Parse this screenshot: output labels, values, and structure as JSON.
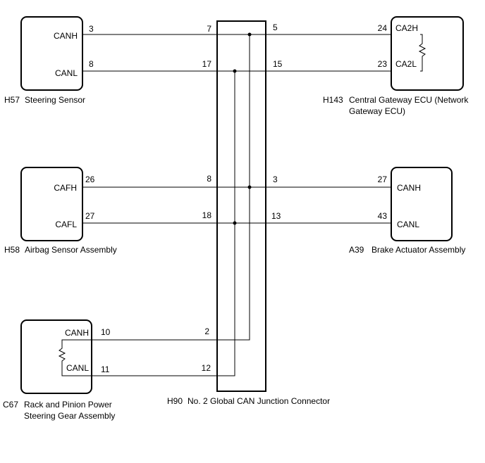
{
  "components": {
    "h57": {
      "code": "H57",
      "name": "Steering Sensor",
      "pin_hi": "CANH",
      "pin_lo": "CANL",
      "term_hi": "3",
      "term_lo": "8"
    },
    "h58": {
      "code": "H58",
      "name": "Airbag Sensor Assembly",
      "pin_hi": "CAFH",
      "pin_lo": "CAFL",
      "term_hi": "26",
      "term_lo": "27"
    },
    "c67": {
      "code": "C67",
      "name_line1": "Rack and Pinion Power",
      "name_line2": "Steering Gear Assembly",
      "pin_hi": "CANH",
      "pin_lo": "CANL",
      "term_hi": "10",
      "term_lo": "11"
    },
    "h143": {
      "code": "H143",
      "name_line1": "Central Gateway ECU (Network",
      "name_line2": "Gateway ECU)",
      "pin_hi": "CA2H",
      "pin_lo": "CA2L",
      "term_hi": "24",
      "term_lo": "23"
    },
    "a39": {
      "code": "A39",
      "name": "Brake Actuator Assembly",
      "pin_hi": "CANH",
      "pin_lo": "CANL",
      "term_hi": "27",
      "term_lo": "43"
    },
    "h90": {
      "code": "H90",
      "name": "No. 2 Global CAN Junction Connector"
    }
  },
  "junction_pins": {
    "left": [
      "7",
      "17",
      "8",
      "18",
      "2",
      "12"
    ],
    "right": [
      "5",
      "15",
      "3",
      "13"
    ]
  }
}
